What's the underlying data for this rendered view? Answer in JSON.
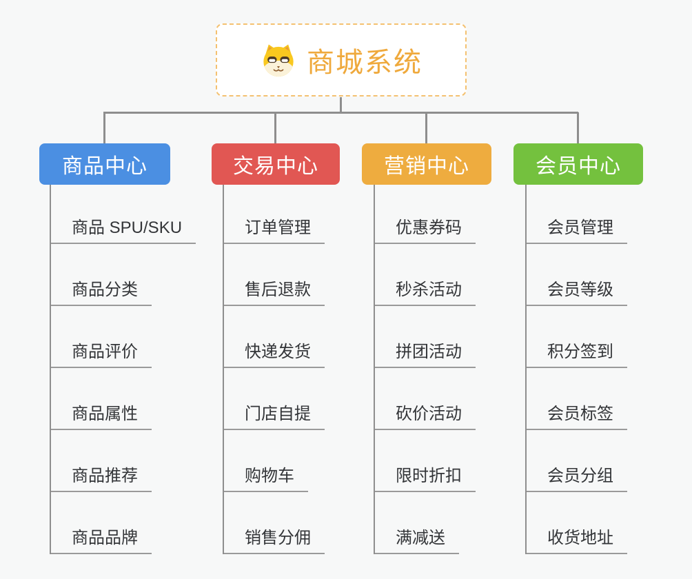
{
  "root": {
    "title": "商城系统",
    "icon": "dog-face-icon",
    "accent_color": "#EFA93C",
    "border_color": "#F4C170"
  },
  "branches": [
    {
      "label": "商品中心",
      "color": "#4B8FE2",
      "items": [
        "商品 SPU/SKU",
        "商品分类",
        "商品评价",
        "商品属性",
        "商品推荐",
        "商品品牌"
      ]
    },
    {
      "label": "交易中心",
      "color": "#E15753",
      "items": [
        "订单管理",
        "售后退款",
        "快递发货",
        "门店自提",
        "购物车",
        "销售分佣"
      ]
    },
    {
      "label": "营销中心",
      "color": "#EEAC3F",
      "items": [
        "优惠券码",
        "秒杀活动",
        "拼团活动",
        "砍价活动",
        "限时折扣",
        "满减送"
      ]
    },
    {
      "label": "会员中心",
      "color": "#74C13E",
      "items": [
        "会员管理",
        "会员等级",
        "积分签到",
        "会员标签",
        "会员分组",
        "收货地址"
      ]
    }
  ],
  "colors": {
    "connector": "#8E8E8E",
    "underline": "#9A9A9A",
    "item_text": "#333538",
    "background": "#F7F8F8"
  }
}
